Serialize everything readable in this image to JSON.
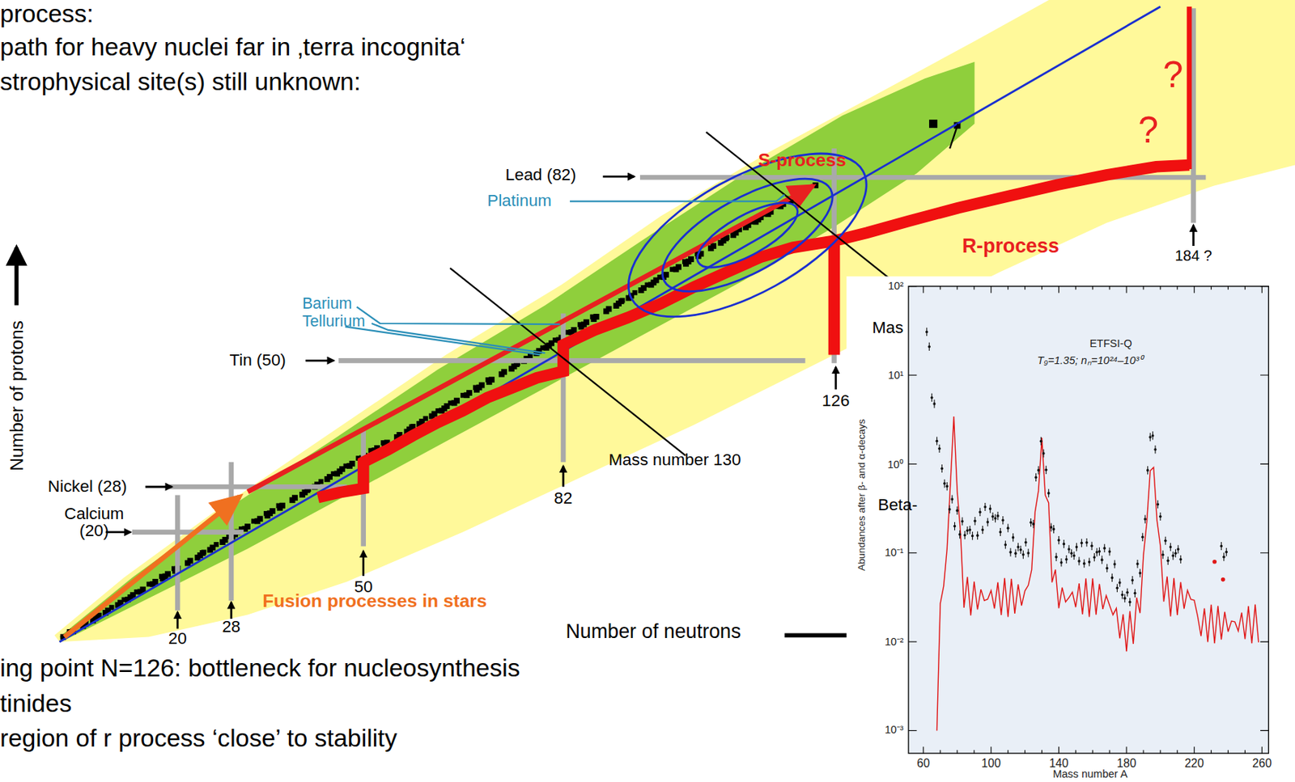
{
  "diagram": {
    "labels": [
      "process:",
      "path for heavy nuclei far in ‚terra incognita‘",
      "strophysical site(s) still unknown:",
      "Lead (82)",
      "Platinum",
      "S-process",
      "?",
      "?",
      "R-process",
      "184 ?",
      "Barium",
      "Tellurium",
      "Number of protons",
      "Tin (50)",
      "126",
      "Mass number 130",
      "82",
      "Nickel (28)",
      "Calcium (20)",
      "50",
      "Fusion processes in stars",
      "20",
      "28",
      "Number of neutrons",
      "ing point N=126: bottleneck for nucleosynthesis",
      "tinides",
      "region of r process ‘close’ to stability",
      "Mas",
      "Beta-",
      "ETFSI-Q",
      "T₉=1.35; nₙ=10²⁴–10³⁰",
      "Abundances after β- and α-decays",
      "10²",
      "10¹",
      "10⁰",
      "10⁻¹",
      "10⁻²",
      "10⁻³",
      "60",
      "100",
      "140",
      "180",
      "220",
      "260",
      "Mass number A"
    ]
  }
}
